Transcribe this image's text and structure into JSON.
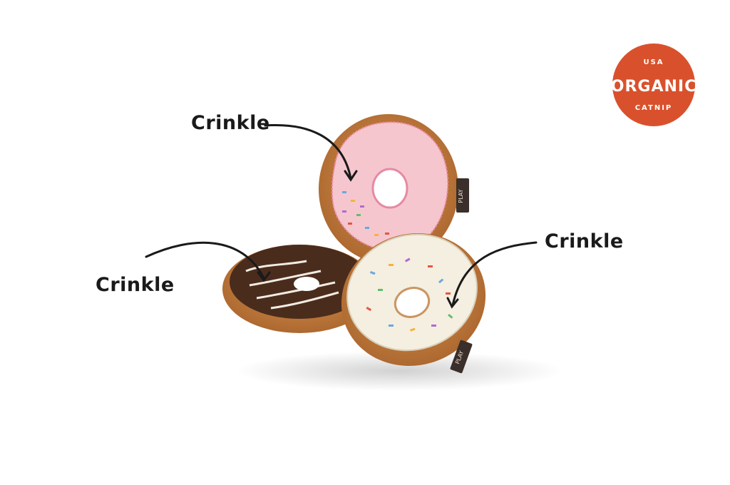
{
  "callouts": {
    "top": "Crinkle",
    "right": "Crinkle",
    "left": "Crinkle"
  },
  "badge": {
    "top_text": "USA",
    "main_text": "ORGANIC",
    "bottom_text": "CATNIP",
    "color": "#d9512c"
  },
  "brand_tag": "PLAY",
  "colors": {
    "dough": "#c27a3e",
    "pink_icing": "#f6c6cf",
    "chocolate_icing": "#4a2c1d",
    "vanilla_icing": "#f4efe0",
    "tag": "#3a2f2a"
  }
}
